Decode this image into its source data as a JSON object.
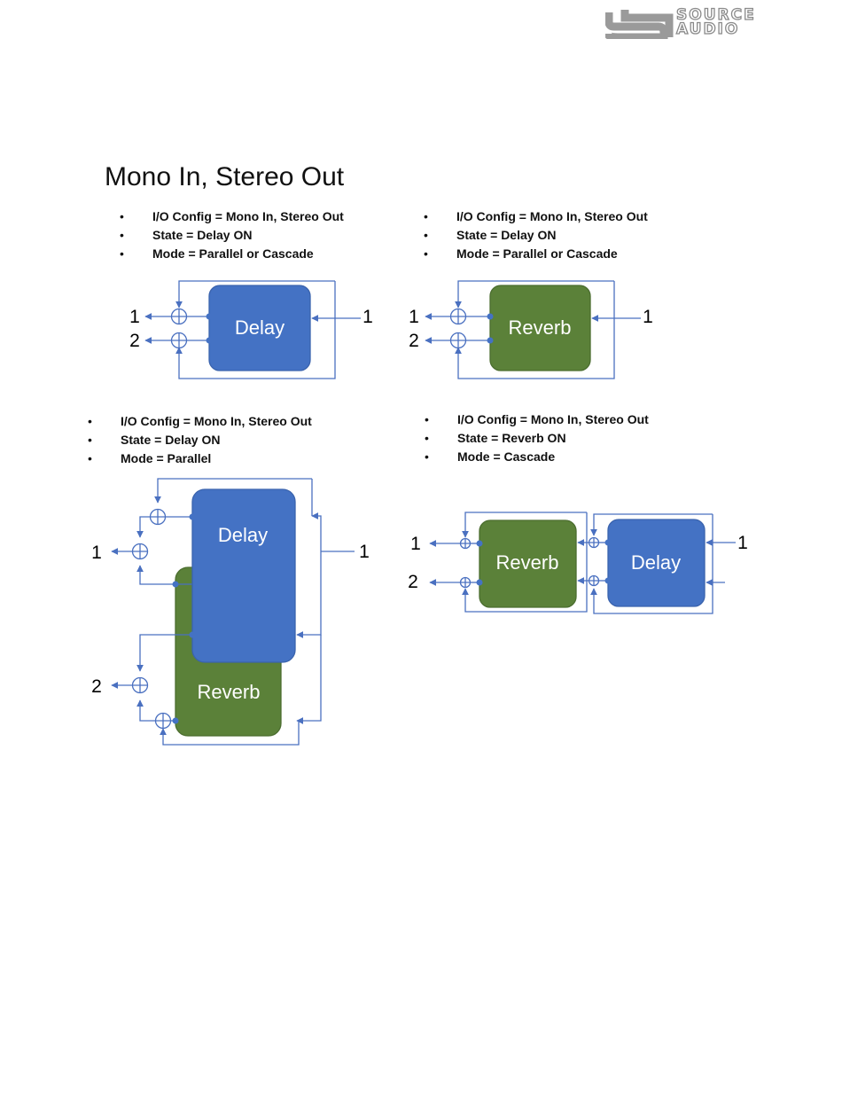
{
  "brand": {
    "logo_line1": "SOURCE",
    "logo_line2": "AUDIO"
  },
  "page_title": "Mono In, Stereo Out",
  "colors": {
    "delay_block": "#4472c4",
    "reverb_block": "#5b8139",
    "signal_line": "#4a70c0"
  },
  "diagrams": [
    {
      "bullets": [
        "I/O Config = Mono In, Stereo Out",
        "State = Delay ON",
        "Mode = Parallel or Cascade"
      ],
      "blocks": [
        "Delay"
      ],
      "inputs": [
        "1"
      ],
      "outputs": [
        "1",
        "2"
      ]
    },
    {
      "bullets": [
        "I/O Config = Mono In, Stereo Out",
        "State = Delay ON",
        "Mode = Parallel or Cascade"
      ],
      "blocks": [
        "Reverb"
      ],
      "inputs": [
        "1"
      ],
      "outputs": [
        "1",
        "2"
      ]
    },
    {
      "bullets": [
        "I/O Config = Mono In, Stereo Out",
        "State = Delay ON",
        "Mode = Parallel"
      ],
      "blocks": [
        "Delay",
        "Reverb"
      ],
      "inputs": [
        "1"
      ],
      "outputs": [
        "1",
        "2"
      ]
    },
    {
      "bullets": [
        "I/O Config = Mono In, Stereo Out",
        "State = Reverb ON",
        "Mode = Cascade"
      ],
      "blocks": [
        "Reverb",
        "Delay"
      ],
      "inputs": [
        "1"
      ],
      "outputs": [
        "1",
        "2"
      ]
    }
  ]
}
